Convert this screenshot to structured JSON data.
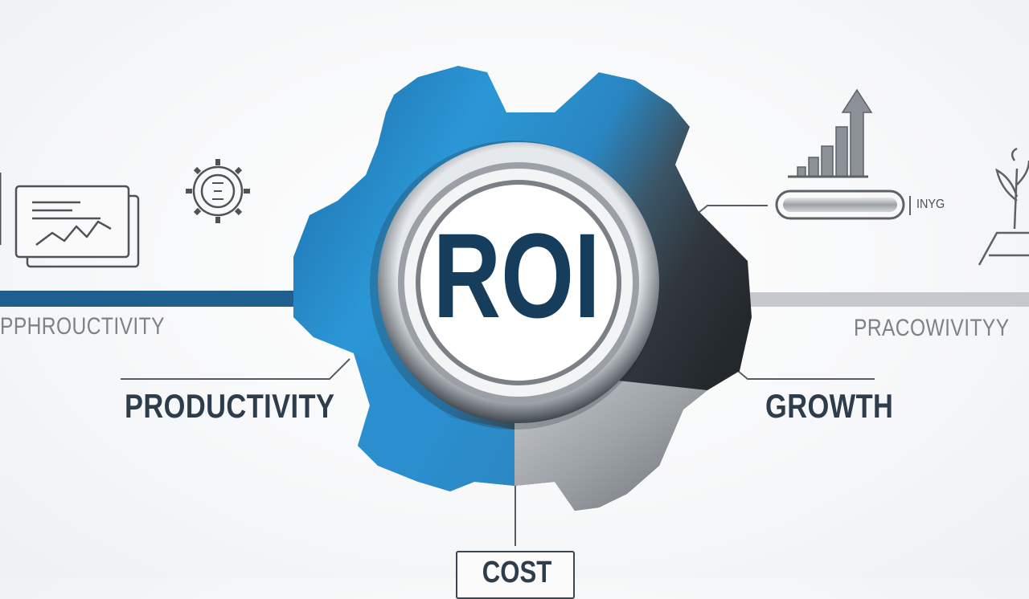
{
  "center": {
    "label": "ROI"
  },
  "labels": {
    "left_faint": "PPHROUCTIVITY",
    "left_main": "PRODUCTIVITY",
    "right_faint": "PRACOWIVITYY",
    "right_main": "GROWTH",
    "bottom": "COST",
    "growth_small": "INYG"
  },
  "colors": {
    "gear_blue": "#2b97d6",
    "gear_dark": "#1c3f5c",
    "gear_gray": "#8e9398",
    "text_dark": "#2e3d4c",
    "text_faint": "#7c8288",
    "bar_blue": "#1f5f8f",
    "bar_gray": "#c5c8cc"
  },
  "icons": [
    "document-chart-icon",
    "gear-small-icon",
    "bar-chart-arrow-icon",
    "progress-slider-icon",
    "plant-icon"
  ]
}
